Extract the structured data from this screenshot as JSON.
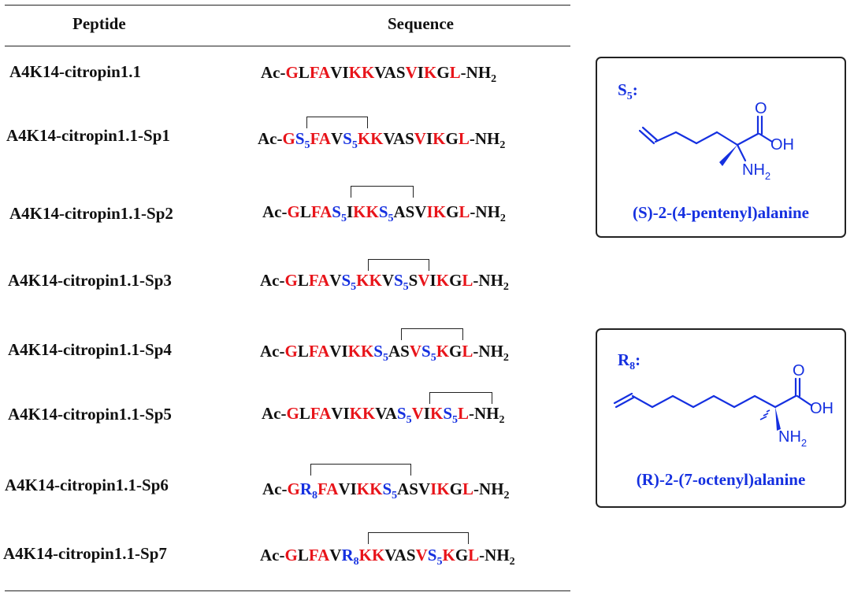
{
  "table": {
    "headers": {
      "peptide": "Peptide",
      "sequence": "Sequence"
    },
    "rows": [
      {
        "name": "A4K14-citropin1.1",
        "sequence": [
          [
            "Ac-",
            "k"
          ],
          [
            "G",
            "r"
          ],
          [
            "L",
            "k"
          ],
          [
            "FA",
            "r"
          ],
          [
            "VI",
            "k"
          ],
          [
            "KK",
            "r"
          ],
          [
            "VAS",
            "k"
          ],
          [
            "V",
            "r"
          ],
          [
            "I",
            "k"
          ],
          [
            "K",
            "r"
          ],
          [
            "G",
            "k"
          ],
          [
            "L",
            "r"
          ],
          [
            "-NH",
            "k"
          ],
          [
            "2",
            "ks"
          ]
        ]
      },
      {
        "name": "A4K14-citropin1.1-Sp1",
        "sequence": [
          [
            "Ac-",
            "k"
          ],
          [
            "G",
            "r"
          ],
          [
            "S",
            "b"
          ],
          [
            "5",
            "bs"
          ],
          [
            "FA",
            "r"
          ],
          [
            "V",
            "k"
          ],
          [
            "S",
            "b"
          ],
          [
            "5",
            "bs"
          ],
          [
            "KK",
            "r"
          ],
          [
            "VAS",
            "k"
          ],
          [
            "V",
            "r"
          ],
          [
            "I",
            "k"
          ],
          [
            "K",
            "r"
          ],
          [
            "G",
            "k"
          ],
          [
            "L",
            "r"
          ],
          [
            "-NH",
            "k"
          ],
          [
            "2",
            "ks"
          ]
        ]
      },
      {
        "name": "A4K14-citropin1.1-Sp2",
        "sequence": [
          [
            "Ac-",
            "k"
          ],
          [
            "G",
            "r"
          ],
          [
            "L",
            "k"
          ],
          [
            "FA",
            "r"
          ],
          [
            "S",
            "b"
          ],
          [
            "5",
            "bs"
          ],
          [
            "I",
            "k"
          ],
          [
            "KK",
            "r"
          ],
          [
            "S",
            "b"
          ],
          [
            "5",
            "bs"
          ],
          [
            "ASV",
            "k"
          ],
          [
            "I",
            "r"
          ],
          [
            "K",
            "r"
          ],
          [
            "G",
            "k"
          ],
          [
            "L",
            "r"
          ],
          [
            "-NH",
            "k"
          ],
          [
            "2",
            "ks"
          ]
        ]
      },
      {
        "name": "A4K14-citropin1.1-Sp3",
        "sequence": [
          [
            "Ac-",
            "k"
          ],
          [
            "G",
            "r"
          ],
          [
            "L",
            "k"
          ],
          [
            "FA",
            "r"
          ],
          [
            "V",
            "k"
          ],
          [
            "S",
            "b"
          ],
          [
            "5",
            "bs"
          ],
          [
            "KK",
            "r"
          ],
          [
            "V",
            "k"
          ],
          [
            "S",
            "b"
          ],
          [
            "5",
            "bs"
          ],
          [
            "S",
            "k"
          ],
          [
            "V",
            "r"
          ],
          [
            "I",
            "k"
          ],
          [
            "K",
            "r"
          ],
          [
            "G",
            "k"
          ],
          [
            "L",
            "r"
          ],
          [
            "-NH",
            "k"
          ],
          [
            "2",
            "ks"
          ]
        ]
      },
      {
        "name": "A4K14-citropin1.1-Sp4",
        "sequence": [
          [
            "Ac-",
            "k"
          ],
          [
            "G",
            "r"
          ],
          [
            "L",
            "k"
          ],
          [
            "FA",
            "r"
          ],
          [
            "VI",
            "k"
          ],
          [
            "KK",
            "r"
          ],
          [
            "S",
            "b"
          ],
          [
            "5",
            "bs"
          ],
          [
            "AS",
            "k"
          ],
          [
            "V",
            "r"
          ],
          [
            "S",
            "b"
          ],
          [
            "5",
            "bs"
          ],
          [
            "K",
            "r"
          ],
          [
            "G",
            "k"
          ],
          [
            "L",
            "r"
          ],
          [
            "-NH",
            "k"
          ],
          [
            "2",
            "ks"
          ]
        ]
      },
      {
        "name": "A4K14-citropin1.1-Sp5",
        "sequence": [
          [
            "Ac-",
            "k"
          ],
          [
            "G",
            "r"
          ],
          [
            "L",
            "k"
          ],
          [
            "FA",
            "r"
          ],
          [
            "VI",
            "k"
          ],
          [
            "KK",
            "r"
          ],
          [
            "VA",
            "k"
          ],
          [
            "S",
            "b"
          ],
          [
            "5",
            "bs"
          ],
          [
            "V",
            "r"
          ],
          [
            "I",
            "k"
          ],
          [
            "K",
            "r"
          ],
          [
            "S",
            "b"
          ],
          [
            "5",
            "bs"
          ],
          [
            "L",
            "r"
          ],
          [
            "-NH",
            "k"
          ],
          [
            "2",
            "ks"
          ]
        ]
      },
      {
        "name": "A4K14-citropin1.1-Sp6",
        "sequence": [
          [
            "Ac-",
            "k"
          ],
          [
            "G",
            "r"
          ],
          [
            "R",
            "b"
          ],
          [
            "8",
            "bs"
          ],
          [
            "FA",
            "r"
          ],
          [
            "VI",
            "k"
          ],
          [
            "KK",
            "r"
          ],
          [
            "S",
            "b"
          ],
          [
            "5",
            "bs"
          ],
          [
            "ASV",
            "k"
          ],
          [
            "I",
            "r"
          ],
          [
            "K",
            "r"
          ],
          [
            "G",
            "k"
          ],
          [
            "L",
            "r"
          ],
          [
            "-NH",
            "k"
          ],
          [
            "2",
            "ks"
          ]
        ]
      },
      {
        "name": "A4K14-citropin1.1-Sp7",
        "sequence": [
          [
            "Ac-",
            "k"
          ],
          [
            "G",
            "r"
          ],
          [
            "L",
            "k"
          ],
          [
            "FA",
            "r"
          ],
          [
            "V",
            "k"
          ],
          [
            "R",
            "b"
          ],
          [
            "8",
            "bs"
          ],
          [
            "KK",
            "r"
          ],
          [
            "VAS",
            "k"
          ],
          [
            "V",
            "r"
          ],
          [
            "S",
            "b"
          ],
          [
            "5",
            "bs"
          ],
          [
            "K",
            "r"
          ],
          [
            "G",
            "k"
          ],
          [
            "L",
            "r"
          ],
          [
            "-NH",
            "k"
          ],
          [
            "2",
            "ks"
          ]
        ]
      }
    ]
  },
  "boxes": [
    {
      "label": "S",
      "label_sub": "5",
      "label_suffix": ":",
      "name": "(S)-2-(4-pentenyl)alanine",
      "atoms": {
        "o": "O",
        "oh": "OH",
        "nh": "NH",
        "nh_sub": "2"
      }
    },
    {
      "label": "R",
      "label_sub": "8",
      "label_suffix": ":",
      "name": "(R)-2-(7-octenyl)alanine",
      "atoms": {
        "o": "O",
        "oh": "OH",
        "nh": "NH",
        "nh_sub": "2"
      }
    }
  ],
  "colors": {
    "red": "#e8141a",
    "blue": "#1530e0",
    "black": "#111111"
  }
}
